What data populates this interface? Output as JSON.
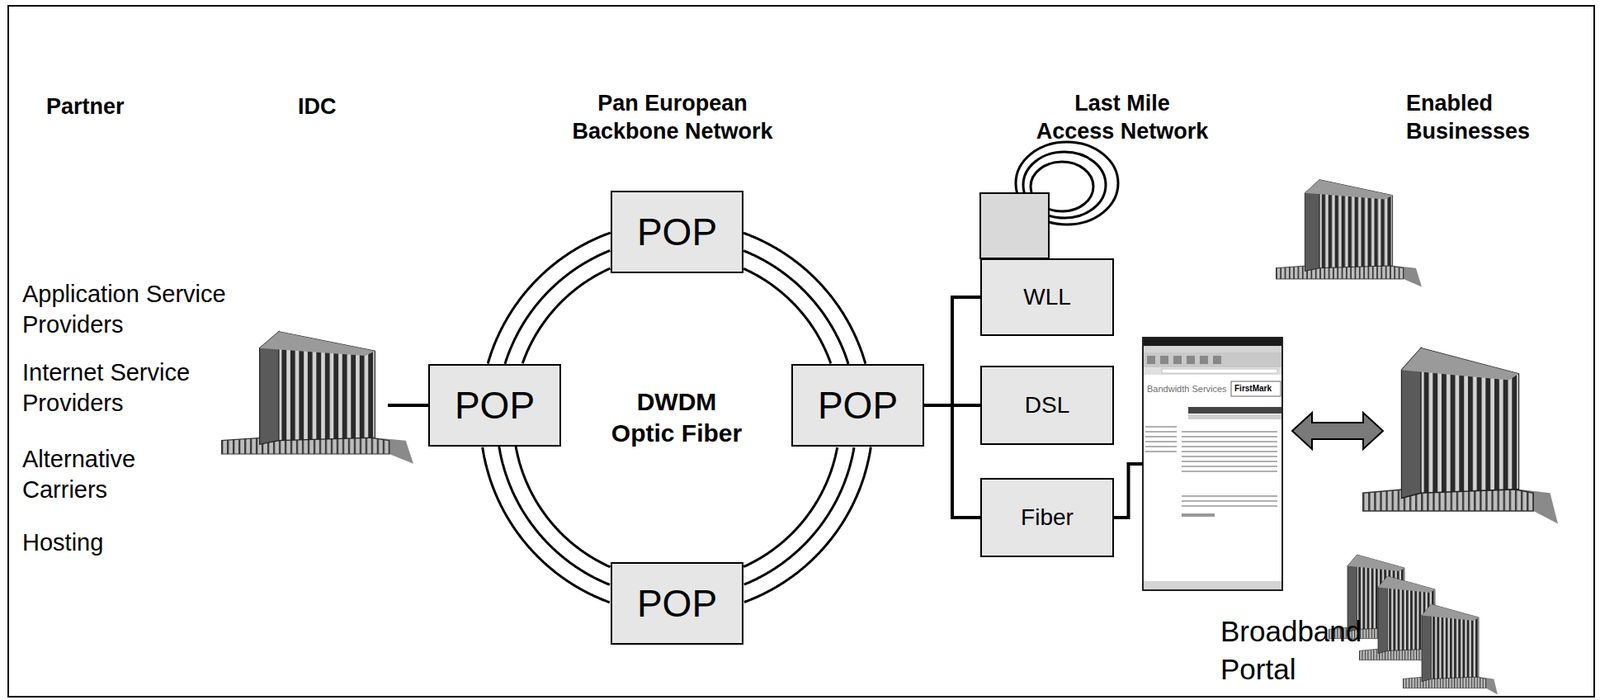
{
  "diagram": {
    "nodes": [
      {
        "text": [
          "POP"
        ]
      },
      {
        "text": [
          "POP"
        ]
      },
      {
        "text": [
          "POP"
        ]
      },
      {
        "text": [
          "POP"
        ]
      },
      {
        "text": [
          "WLL"
        ]
      },
      {
        "text": [
          "DSL"
        ]
      },
      {
        "text": [
          "Fiber"
        ]
      },
      {
        "text": [
          "Broadband Portal"
        ]
      }
    ],
    "edges": [
      {
        "from": 0,
        "to": 2,
        "arrow": "none"
      },
      {
        "from": 2,
        "to": 3,
        "arrow": "none"
      },
      {
        "from": 3,
        "to": 1,
        "arrow": "none"
      },
      {
        "from": 1,
        "to": 0,
        "arrow": "none"
      },
      {
        "from": 2,
        "to": 4,
        "arrow": "none"
      },
      {
        "from": 2,
        "to": 5,
        "arrow": "none"
      },
      {
        "from": 2,
        "to": 6,
        "arrow": "none"
      },
      {
        "from": 6,
        "to": 7,
        "arrow": "none"
      }
    ],
    "labels": [
      "Partner",
      "IDC",
      "Pan European Backbone Network",
      "Last Mile Access Network",
      "Enabled Businesses",
      "Application Service Providers",
      "Internet Service Providers",
      "Alternative Carriers",
      "Hosting",
      "DWDM Optic Fiber",
      "Bandwidth Services",
      "FirstMark"
    ]
  }
}
